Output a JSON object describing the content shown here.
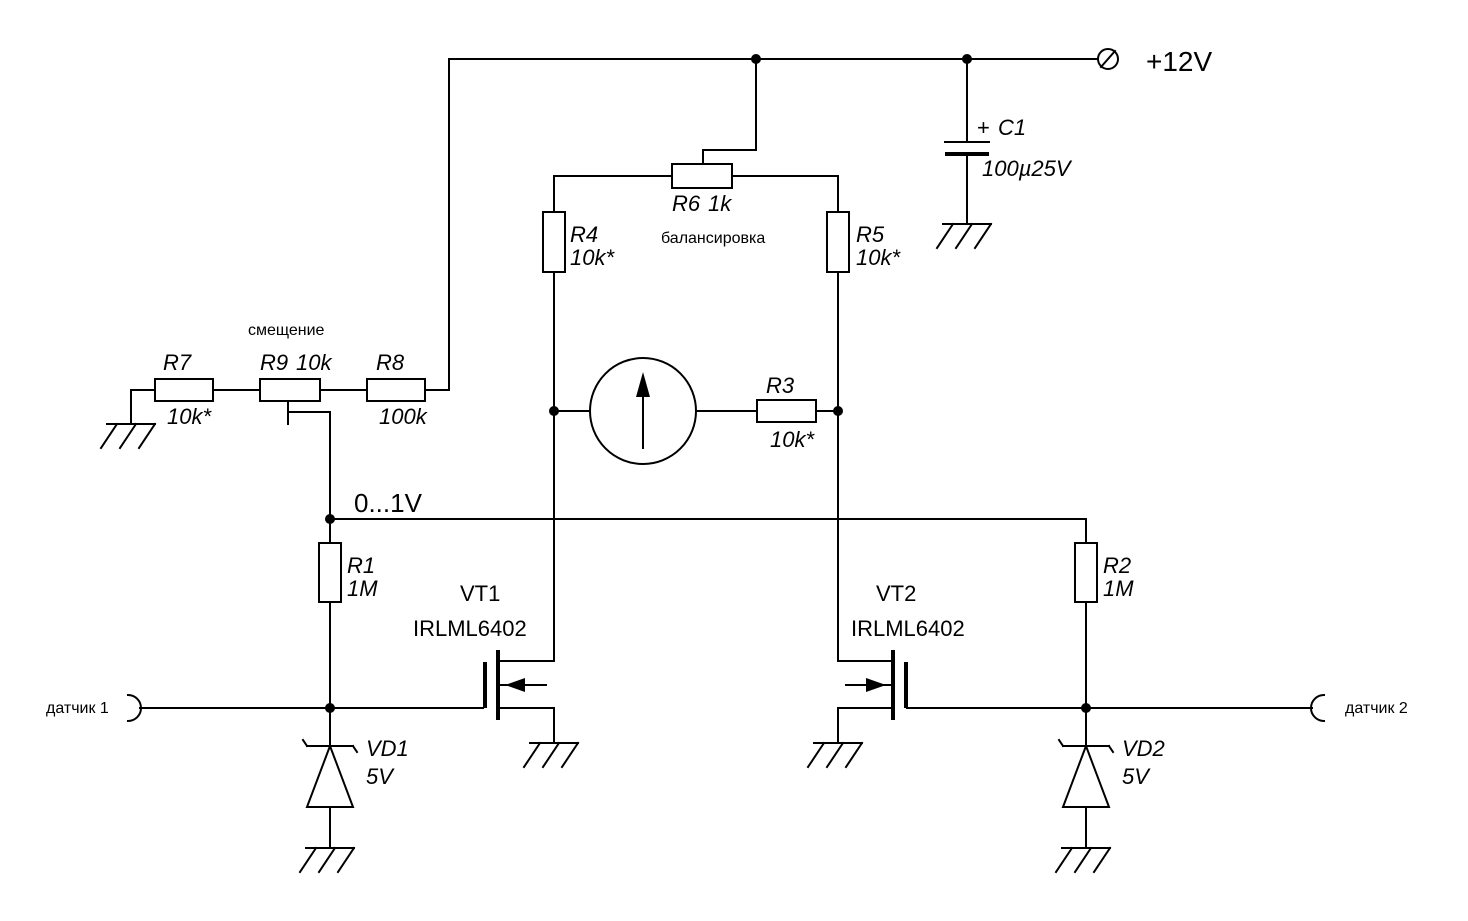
{
  "supply": {
    "label": "+12V"
  },
  "c1": {
    "name": "C1",
    "value": "100µ25V",
    "polarity": "+"
  },
  "r1": {
    "name": "R1",
    "value": "1M"
  },
  "r2": {
    "name": "R2",
    "value": "1M"
  },
  "r3": {
    "name": "R3",
    "value": "10k*"
  },
  "r4": {
    "name": "R4",
    "value": "10k*"
  },
  "r5": {
    "name": "R5",
    "value": "10k*"
  },
  "r6": {
    "name": "R6",
    "value": "1k",
    "note": "балансировка"
  },
  "r7": {
    "name": "R7",
    "value": "10k*"
  },
  "r8": {
    "name": "R8",
    "value": "100k"
  },
  "r9": {
    "name": "R9",
    "value": "10k",
    "note": "смещение"
  },
  "vt1": {
    "name": "VT1",
    "part": "IRLML6402"
  },
  "vt2": {
    "name": "VT2",
    "part": "IRLML6402"
  },
  "vd1": {
    "name": "VD1",
    "value": "5V"
  },
  "vd2": {
    "name": "VD2",
    "value": "5V"
  },
  "bias_net": {
    "label": "0...1V"
  },
  "sensor1": {
    "label": "датчик 1"
  },
  "sensor2": {
    "label": "датчик 2"
  }
}
